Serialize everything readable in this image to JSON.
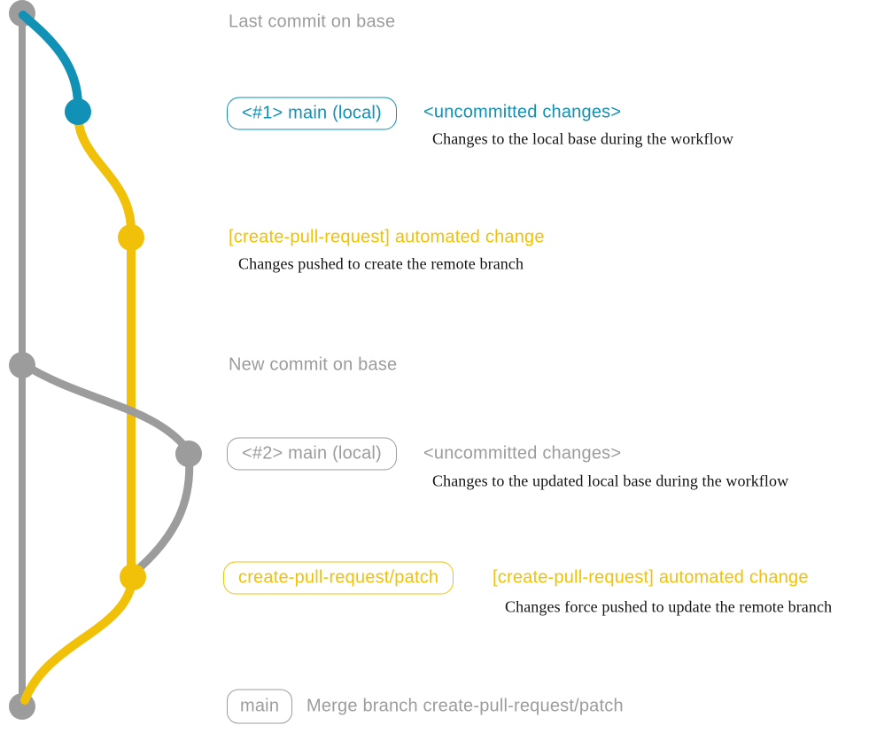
{
  "colors": {
    "gray": "#9c9c9c",
    "blue": "#1191b5",
    "yellow": "#f1c109",
    "ink": "#141414"
  },
  "graph": {
    "branches": [
      {
        "name": "base",
        "color": "#9c9c9c"
      },
      {
        "name": "main-local",
        "color": "#1191b5"
      },
      {
        "name": "create-pull-request/patch",
        "color": "#f1c109"
      }
    ]
  },
  "rows": {
    "last_commit": {
      "text": "Last commit on base"
    },
    "main1": {
      "box": "<#1> main (local)",
      "subject": "<uncommitted changes>",
      "body": "Changes to the local base during the workflow"
    },
    "push1": {
      "subject": "[create-pull-request] automated change",
      "body": "Changes pushed to create the remote branch"
    },
    "new_commit": {
      "text": "New commit on base"
    },
    "main2": {
      "box": "<#2> main (local)",
      "subject": "<uncommitted changes>",
      "body": "Changes to the updated local base during the workflow"
    },
    "push2": {
      "box": "create-pull-request/patch",
      "subject": "[create-pull-request] automated change",
      "body": "Changes force pushed to update the remote branch"
    },
    "merge": {
      "box": "main",
      "subject": "Merge branch create-pull-request/patch"
    }
  }
}
